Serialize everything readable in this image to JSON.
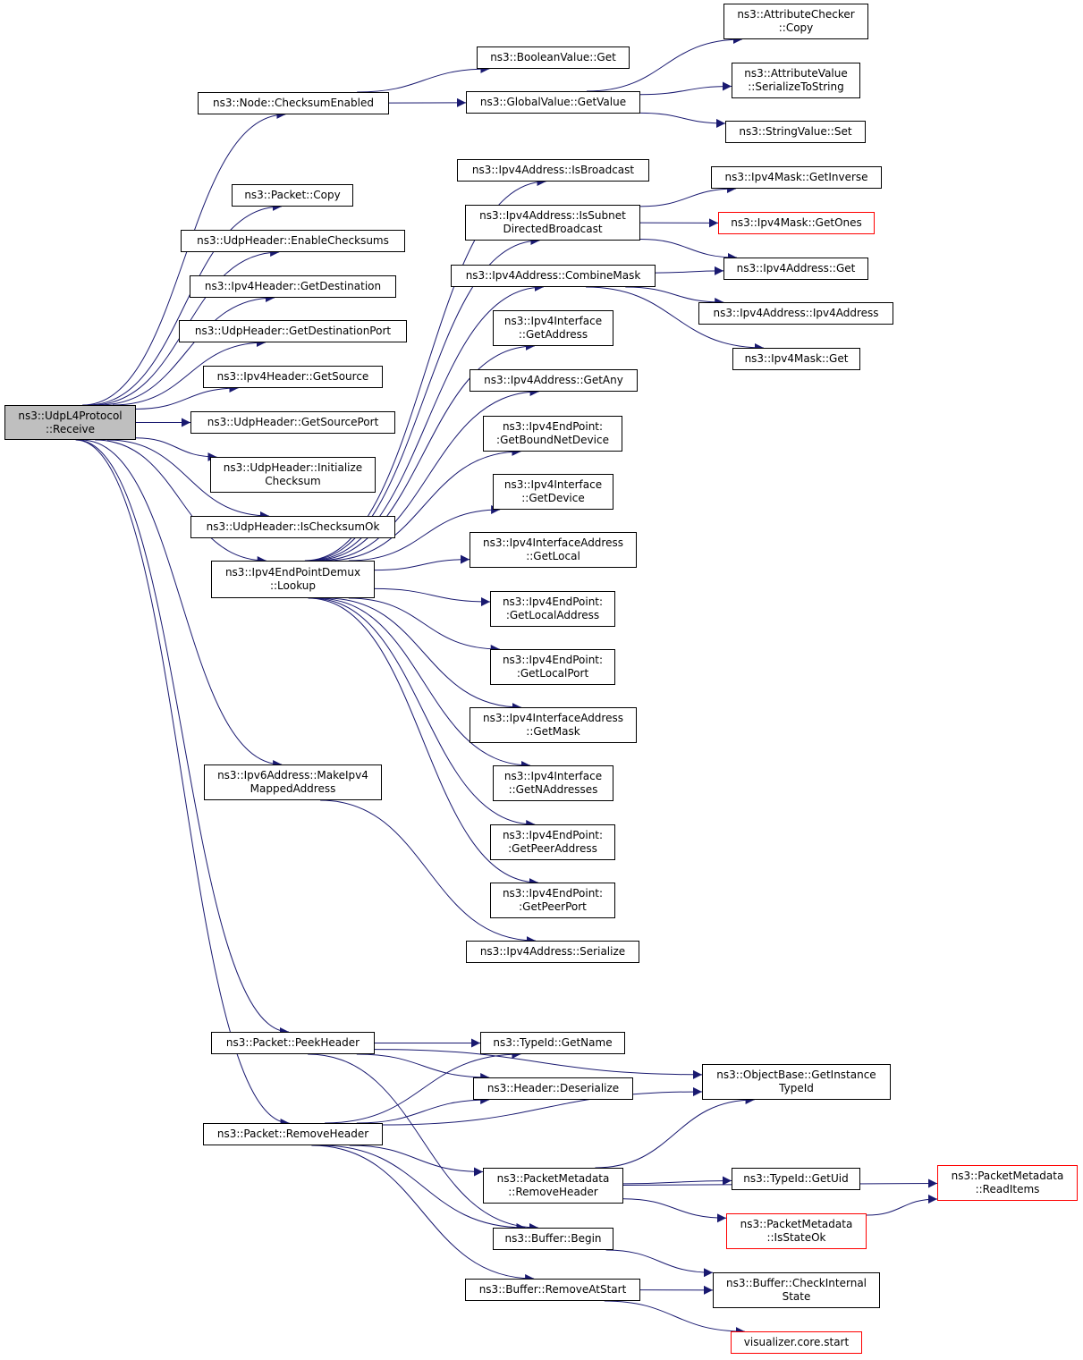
{
  "graph": {
    "edge_color": "#191970",
    "truncated_border_color": "#ff0000",
    "root_fill": "#bfbfbf",
    "nodes": [
      {
        "id": "receive",
        "lines": [
          "ns3::UdpL4Protocol",
          "::Receive"
        ],
        "root": true
      },
      {
        "id": "checksum_enabled",
        "lines": [
          "ns3::Node::ChecksumEnabled"
        ]
      },
      {
        "id": "boolean_get",
        "lines": [
          "ns3::BooleanValue::Get"
        ]
      },
      {
        "id": "globalvalue_getvalue",
        "lines": [
          "ns3::GlobalValue::GetValue"
        ]
      },
      {
        "id": "attrchecker_copy",
        "lines": [
          "ns3::AttributeChecker",
          "::Copy"
        ]
      },
      {
        "id": "attrvalue_serialize",
        "lines": [
          "ns3::AttributeValue",
          "::SerializeToString"
        ]
      },
      {
        "id": "stringvalue_set",
        "lines": [
          "ns3::StringValue::Set"
        ]
      },
      {
        "id": "packet_copy",
        "lines": [
          "ns3::Packet::Copy"
        ]
      },
      {
        "id": "udp_enable_checksums",
        "lines": [
          "ns3::UdpHeader::EnableChecksums"
        ]
      },
      {
        "id": "ipv4hdr_getdestination",
        "lines": [
          "ns3::Ipv4Header::GetDestination"
        ]
      },
      {
        "id": "udp_getdestport",
        "lines": [
          "ns3::UdpHeader::GetDestinationPort"
        ]
      },
      {
        "id": "ipv4hdr_getsource",
        "lines": [
          "ns3::Ipv4Header::GetSource"
        ]
      },
      {
        "id": "udp_getsourceport",
        "lines": [
          "ns3::UdpHeader::GetSourcePort"
        ]
      },
      {
        "id": "udp_initialize_checksum",
        "lines": [
          "ns3::UdpHeader::Initialize",
          "Checksum"
        ]
      },
      {
        "id": "udp_ischecksumok",
        "lines": [
          "ns3::UdpHeader::IsChecksumOk"
        ]
      },
      {
        "id": "demux_lookup",
        "lines": [
          "ns3::Ipv4EndPointDemux",
          "::Lookup"
        ]
      },
      {
        "id": "ipv4addr_isbroadcast",
        "lines": [
          "ns3::Ipv4Address::IsBroadcast"
        ]
      },
      {
        "id": "ipv4addr_issubnet",
        "lines": [
          "ns3::Ipv4Address::IsSubnet",
          "DirectedBroadcast"
        ]
      },
      {
        "id": "ipv4addr_combinemask",
        "lines": [
          "ns3::Ipv4Address::CombineMask"
        ]
      },
      {
        "id": "ipv4mask_getinverse",
        "lines": [
          "ns3::Ipv4Mask::GetInverse"
        ]
      },
      {
        "id": "ipv4mask_getones",
        "lines": [
          "ns3::Ipv4Mask::GetOnes"
        ],
        "truncated": true
      },
      {
        "id": "ipv4addr_get",
        "lines": [
          "ns3::Ipv4Address::Get"
        ]
      },
      {
        "id": "ipv4addr_ctor",
        "lines": [
          "ns3::Ipv4Address::Ipv4Address"
        ]
      },
      {
        "id": "ipv4mask_get",
        "lines": [
          "ns3::Ipv4Mask::Get"
        ]
      },
      {
        "id": "ipv4if_getaddress",
        "lines": [
          "ns3::Ipv4Interface",
          "::GetAddress"
        ]
      },
      {
        "id": "ipv4addr_getany",
        "lines": [
          "ns3::Ipv4Address::GetAny"
        ]
      },
      {
        "id": "ep_getboundnetdevice",
        "lines": [
          "ns3::Ipv4EndPoint:",
          ":GetBoundNetDevice"
        ]
      },
      {
        "id": "ipv4if_getdevice",
        "lines": [
          "ns3::Ipv4Interface",
          "::GetDevice"
        ]
      },
      {
        "id": "ifaddr_getlocal",
        "lines": [
          "ns3::Ipv4InterfaceAddress",
          "::GetLocal"
        ]
      },
      {
        "id": "ep_getlocaladdress",
        "lines": [
          "ns3::Ipv4EndPoint:",
          ":GetLocalAddress"
        ]
      },
      {
        "id": "ep_getlocalport",
        "lines": [
          "ns3::Ipv4EndPoint:",
          ":GetLocalPort"
        ]
      },
      {
        "id": "ifaddr_getmask",
        "lines": [
          "ns3::Ipv4InterfaceAddress",
          "::GetMask"
        ]
      },
      {
        "id": "ipv4if_getnaddresses",
        "lines": [
          "ns3::Ipv4Interface",
          "::GetNAddresses"
        ]
      },
      {
        "id": "ep_getpeeraddress",
        "lines": [
          "ns3::Ipv4EndPoint:",
          ":GetPeerAddress"
        ]
      },
      {
        "id": "ep_getpeerport",
        "lines": [
          "ns3::Ipv4EndPoint:",
          ":GetPeerPort"
        ]
      },
      {
        "id": "ipv6_makeipv4mapped",
        "lines": [
          "ns3::Ipv6Address::MakeIpv4",
          "MappedAddress"
        ]
      },
      {
        "id": "ipv4addr_serialize",
        "lines": [
          "ns3::Ipv4Address::Serialize"
        ]
      },
      {
        "id": "packet_peekheader",
        "lines": [
          "ns3::Packet::PeekHeader"
        ]
      },
      {
        "id": "typeid_getname",
        "lines": [
          "ns3::TypeId::GetName"
        ]
      },
      {
        "id": "header_deserialize",
        "lines": [
          "ns3::Header::Deserialize"
        ]
      },
      {
        "id": "objectbase_getinstance",
        "lines": [
          "ns3::ObjectBase::GetInstance",
          "TypeId"
        ]
      },
      {
        "id": "packet_removeheader",
        "lines": [
          "ns3::Packet::RemoveHeader"
        ]
      },
      {
        "id": "pktmeta_removeheader",
        "lines": [
          "ns3::PacketMetadata",
          "::RemoveHeader"
        ]
      },
      {
        "id": "pktmeta_readitems",
        "lines": [
          "ns3::PacketMetadata",
          "::ReadItems"
        ],
        "truncated": true
      },
      {
        "id": "typeid_getuid",
        "lines": [
          "ns3::TypeId::GetUid"
        ]
      },
      {
        "id": "pktmeta_isstateok",
        "lines": [
          "ns3::PacketMetadata",
          "::IsStateOk"
        ],
        "truncated": true
      },
      {
        "id": "buffer_begin",
        "lines": [
          "ns3::Buffer::Begin"
        ]
      },
      {
        "id": "buffer_checkinternal",
        "lines": [
          "ns3::Buffer::CheckInternal",
          "State"
        ]
      },
      {
        "id": "buffer_removeatstart",
        "lines": [
          "ns3::Buffer::RemoveAtStart"
        ]
      },
      {
        "id": "visualizer_start",
        "lines": [
          "visualizer.core.start"
        ],
        "truncated": true
      }
    ],
    "edges": [
      [
        "receive",
        "checksum_enabled"
      ],
      [
        "receive",
        "packet_copy"
      ],
      [
        "receive",
        "udp_enable_checksums"
      ],
      [
        "receive",
        "ipv4hdr_getdestination"
      ],
      [
        "receive",
        "udp_getdestport"
      ],
      [
        "receive",
        "ipv4hdr_getsource"
      ],
      [
        "receive",
        "udp_getsourceport"
      ],
      [
        "receive",
        "udp_initialize_checksum"
      ],
      [
        "receive",
        "udp_ischecksumok"
      ],
      [
        "receive",
        "demux_lookup"
      ],
      [
        "receive",
        "ipv6_makeipv4mapped"
      ],
      [
        "receive",
        "packet_peekheader"
      ],
      [
        "receive",
        "packet_removeheader"
      ],
      [
        "checksum_enabled",
        "boolean_get"
      ],
      [
        "checksum_enabled",
        "globalvalue_getvalue"
      ],
      [
        "globalvalue_getvalue",
        "attrchecker_copy"
      ],
      [
        "globalvalue_getvalue",
        "attrvalue_serialize"
      ],
      [
        "globalvalue_getvalue",
        "stringvalue_set"
      ],
      [
        "demux_lookup",
        "ipv4addr_isbroadcast"
      ],
      [
        "demux_lookup",
        "ipv4addr_issubnet"
      ],
      [
        "demux_lookup",
        "ipv4addr_combinemask"
      ],
      [
        "demux_lookup",
        "ipv4if_getaddress"
      ],
      [
        "demux_lookup",
        "ipv4addr_getany"
      ],
      [
        "demux_lookup",
        "ep_getboundnetdevice"
      ],
      [
        "demux_lookup",
        "ipv4if_getdevice"
      ],
      [
        "demux_lookup",
        "ifaddr_getlocal"
      ],
      [
        "demux_lookup",
        "ep_getlocaladdress"
      ],
      [
        "demux_lookup",
        "ep_getlocalport"
      ],
      [
        "demux_lookup",
        "ifaddr_getmask"
      ],
      [
        "demux_lookup",
        "ipv4if_getnaddresses"
      ],
      [
        "demux_lookup",
        "ep_getpeeraddress"
      ],
      [
        "demux_lookup",
        "ep_getpeerport"
      ],
      [
        "ipv4addr_issubnet",
        "ipv4mask_getinverse"
      ],
      [
        "ipv4addr_issubnet",
        "ipv4mask_getones"
      ],
      [
        "ipv4addr_issubnet",
        "ipv4addr_get"
      ],
      [
        "ipv4addr_combinemask",
        "ipv4addr_get"
      ],
      [
        "ipv4addr_combinemask",
        "ipv4addr_ctor"
      ],
      [
        "ipv4addr_combinemask",
        "ipv4mask_get"
      ],
      [
        "ipv6_makeipv4mapped",
        "ipv4addr_serialize"
      ],
      [
        "packet_peekheader",
        "typeid_getname"
      ],
      [
        "packet_peekheader",
        "header_deserialize"
      ],
      [
        "packet_peekheader",
        "objectbase_getinstance"
      ],
      [
        "packet_peekheader",
        "buffer_begin"
      ],
      [
        "packet_removeheader",
        "typeid_getname"
      ],
      [
        "packet_removeheader",
        "header_deserialize"
      ],
      [
        "packet_removeheader",
        "objectbase_getinstance"
      ],
      [
        "packet_removeheader",
        "pktmeta_removeheader"
      ],
      [
        "packet_removeheader",
        "buffer_begin"
      ],
      [
        "packet_removeheader",
        "buffer_removeatstart"
      ],
      [
        "pktmeta_removeheader",
        "objectbase_getinstance"
      ],
      [
        "pktmeta_removeheader",
        "pktmeta_readitems"
      ],
      [
        "pktmeta_removeheader",
        "typeid_getuid"
      ],
      [
        "pktmeta_removeheader",
        "pktmeta_isstateok"
      ],
      [
        "pktmeta_isstateok",
        "pktmeta_readitems"
      ],
      [
        "buffer_begin",
        "buffer_checkinternal"
      ],
      [
        "buffer_removeatstart",
        "buffer_checkinternal"
      ],
      [
        "buffer_removeatstart",
        "visualizer_start"
      ]
    ]
  }
}
